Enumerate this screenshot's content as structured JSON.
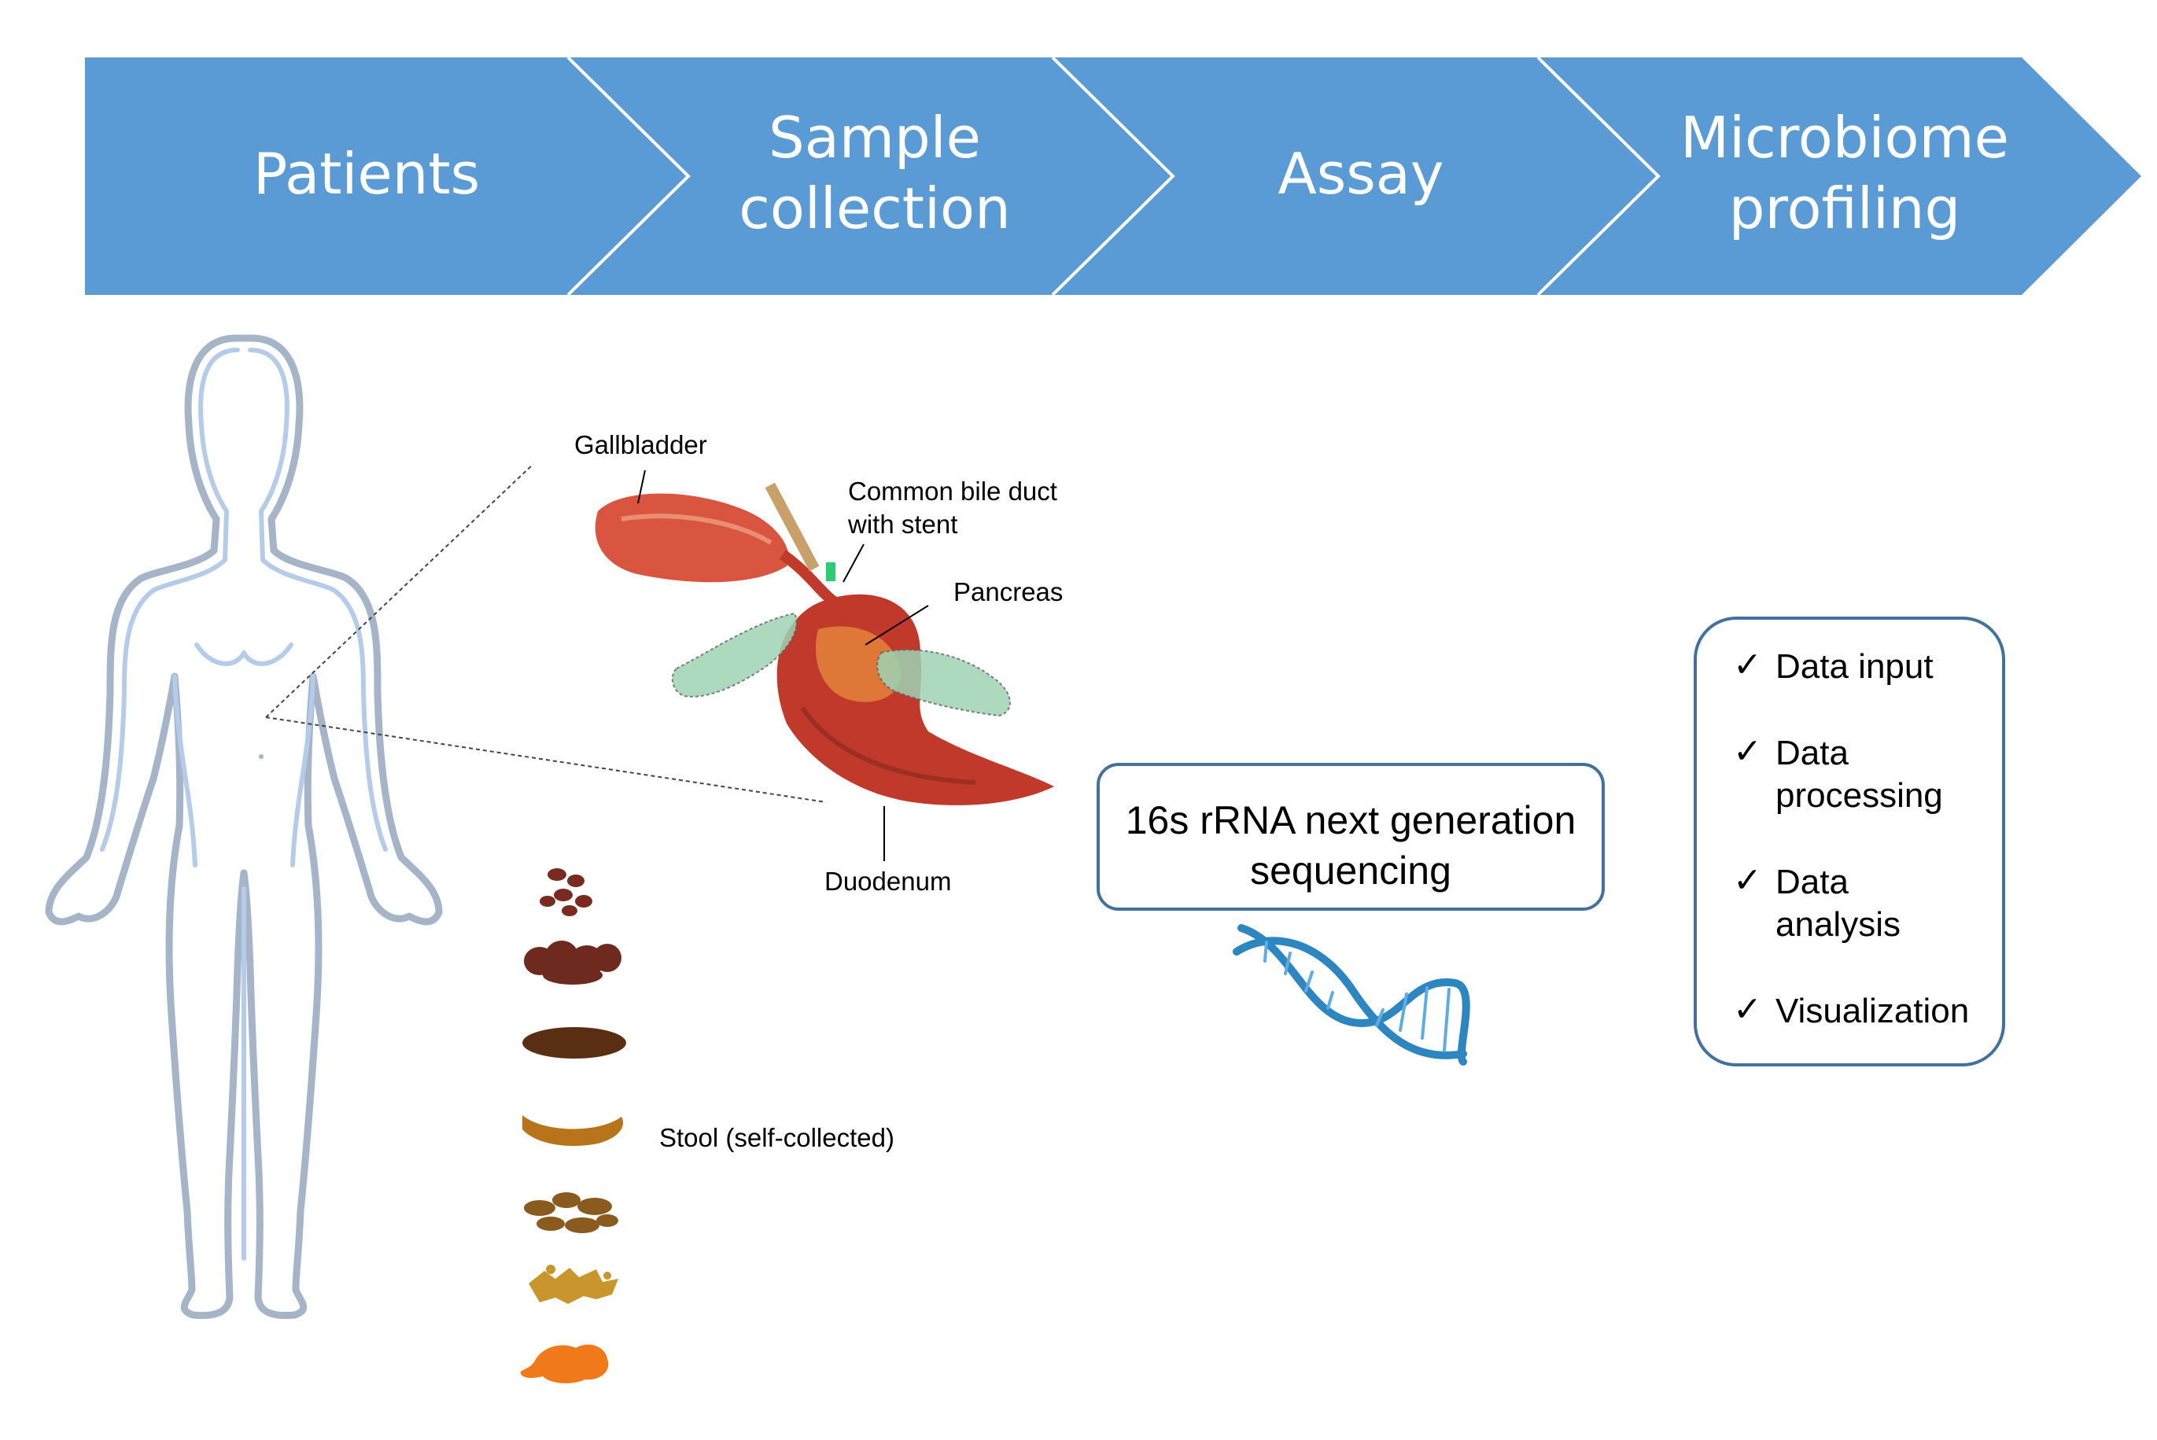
{
  "colors": {
    "chevron_fill": "#5B9BD5",
    "chevron_text": "#FFFFFF",
    "box_border": "#41719C",
    "body_outline": "#A6B4C8",
    "body_inner": "#B5CBEA",
    "organ_red": "#C0392B",
    "dna_blue": "#2E86C1"
  },
  "steps": [
    {
      "lines": [
        "Patients"
      ]
    },
    {
      "lines": [
        "Sample",
        "collection"
      ]
    },
    {
      "lines": [
        "Assay"
      ]
    },
    {
      "lines": [
        "Microbiome",
        "profiling"
      ]
    }
  ],
  "organ_labels": {
    "gallbladder": "Gallbladder",
    "bile_duct_1": "Common bile duct",
    "bile_duct_2": "with stent",
    "pancreas": "Pancreas",
    "duodenum": "Duodenum"
  },
  "stool_label": "Stool (self-collected)",
  "stool_types": [
    {
      "icon": "stool-type-1-icon",
      "color": "#7B2A22"
    },
    {
      "icon": "stool-type-2-icon",
      "color": "#6E2A1E"
    },
    {
      "icon": "stool-type-3-icon",
      "color": "#5A2E12"
    },
    {
      "icon": "stool-type-4-icon",
      "color": "#B8741A"
    },
    {
      "icon": "stool-type-5-icon",
      "color": "#8A5A1E"
    },
    {
      "icon": "stool-type-6-icon",
      "color": "#C9962E"
    },
    {
      "icon": "stool-type-7-icon",
      "color": "#F07A1A"
    }
  ],
  "assay_box": {
    "line1": "16s rRNA next generation",
    "line2": "sequencing"
  },
  "profiling_items": [
    {
      "mark": "✓",
      "lines": [
        "Data input"
      ]
    },
    {
      "mark": "✓",
      "lines": [
        "Data",
        "processing"
      ]
    },
    {
      "mark": "✓",
      "lines": [
        "Data",
        "analysis"
      ]
    },
    {
      "mark": "✓",
      "lines": [
        "Visualization"
      ]
    }
  ]
}
